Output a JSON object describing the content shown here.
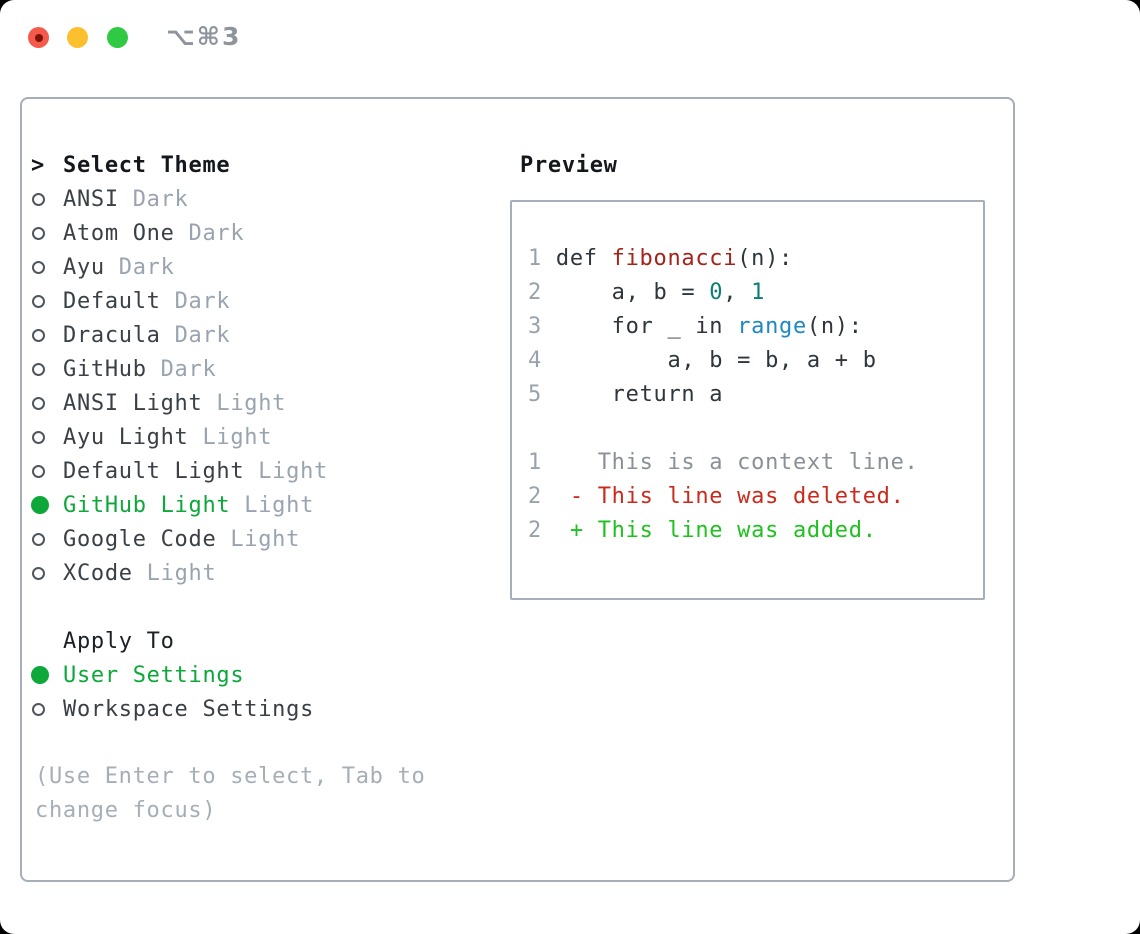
{
  "window": {
    "title": "⌥⌘3",
    "traffic_lights": [
      "close",
      "minimize",
      "zoom"
    ]
  },
  "palette": {
    "ink": "#2e353b",
    "muted": "#9aa4b0",
    "faint": "#a6aeb8",
    "lineno": "#98a2ac",
    "context": "#8a9096",
    "circle": "#4e565e",
    "green": "#0ea83a",
    "add": "#1fc11e",
    "del": "#c92a1c",
    "fn-red": "#a5231a",
    "num-teal": "#0c7e78",
    "builtin-blue": "#1e87c4",
    "border": "#a6aeb9",
    "title-gray": "#8d949b",
    "traffic-red": "#f4594c",
    "traffic-red-dot": "#7c1204",
    "traffic-yellow": "#fcbf2d",
    "traffic-green": "#2fc944",
    "window-bg": "#ffffff",
    "outside-bg": "#000000"
  },
  "theme_selector": {
    "header": "Select Theme",
    "header_marker": ">",
    "themes": [
      {
        "name": "ANSI",
        "tag": "Dark",
        "selected": false
      },
      {
        "name": "Atom One",
        "tag": "Dark",
        "selected": false
      },
      {
        "name": "Ayu",
        "tag": "Dark",
        "selected": false
      },
      {
        "name": "Default",
        "tag": "Dark",
        "selected": false
      },
      {
        "name": "Dracula",
        "tag": "Dark",
        "selected": false
      },
      {
        "name": "GitHub",
        "tag": "Dark",
        "selected": false
      },
      {
        "name": "ANSI Light",
        "tag": "Light",
        "selected": false
      },
      {
        "name": "Ayu Light",
        "tag": "Light",
        "selected": false
      },
      {
        "name": "Default Light",
        "tag": "Light",
        "selected": false
      },
      {
        "name": "GitHub Light",
        "tag": "Light",
        "selected": true
      },
      {
        "name": "Google Code",
        "tag": "Light",
        "selected": false
      },
      {
        "name": "XCode",
        "tag": "Light",
        "selected": false
      }
    ],
    "apply_header": "Apply To",
    "apply_options": [
      {
        "name": "User Settings",
        "selected": true
      },
      {
        "name": "Workspace Settings",
        "selected": false
      }
    ],
    "hint_line1": "(Use Enter to select, Tab to",
    "hint_line2": "change focus)"
  },
  "preview": {
    "header": "Preview",
    "code_lines": [
      {
        "segments": [
          {
            "t": "1 ",
            "c": "num"
          },
          {
            "t": "def ",
            "c": "code"
          },
          {
            "t": "fibonacci",
            "c": "fn"
          },
          {
            "t": "(n):",
            "c": "code"
          }
        ]
      },
      {
        "segments": [
          {
            "t": "2",
            "c": "num"
          },
          {
            "t": "     a, b = ",
            "c": "code"
          },
          {
            "t": "0",
            "c": "lit"
          },
          {
            "t": ", ",
            "c": "code"
          },
          {
            "t": "1",
            "c": "lit"
          }
        ]
      },
      {
        "segments": [
          {
            "t": "3",
            "c": "num"
          },
          {
            "t": "     for _ in ",
            "c": "code"
          },
          {
            "t": "range",
            "c": "builtin"
          },
          {
            "t": "(n):",
            "c": "code"
          }
        ]
      },
      {
        "segments": [
          {
            "t": "4",
            "c": "num"
          },
          {
            "t": "         a, b = b, a + b",
            "c": "code"
          }
        ]
      },
      {
        "segments": [
          {
            "t": "5",
            "c": "num"
          },
          {
            "t": "     return a",
            "c": "code"
          }
        ]
      },
      {
        "segments": []
      },
      {
        "segments": [
          {
            "t": "1",
            "c": "num"
          },
          {
            "t": "    This is a context line.",
            "c": "ctx"
          }
        ]
      },
      {
        "segments": [
          {
            "t": "2",
            "c": "num"
          },
          {
            "t": "  ",
            "c": "code"
          },
          {
            "t": "- This line was deleted.",
            "c": "del"
          }
        ]
      },
      {
        "segments": [
          {
            "t": "2",
            "c": "num"
          },
          {
            "t": "  ",
            "c": "code"
          },
          {
            "t": "+ This line was added.",
            "c": "add"
          }
        ]
      }
    ]
  }
}
